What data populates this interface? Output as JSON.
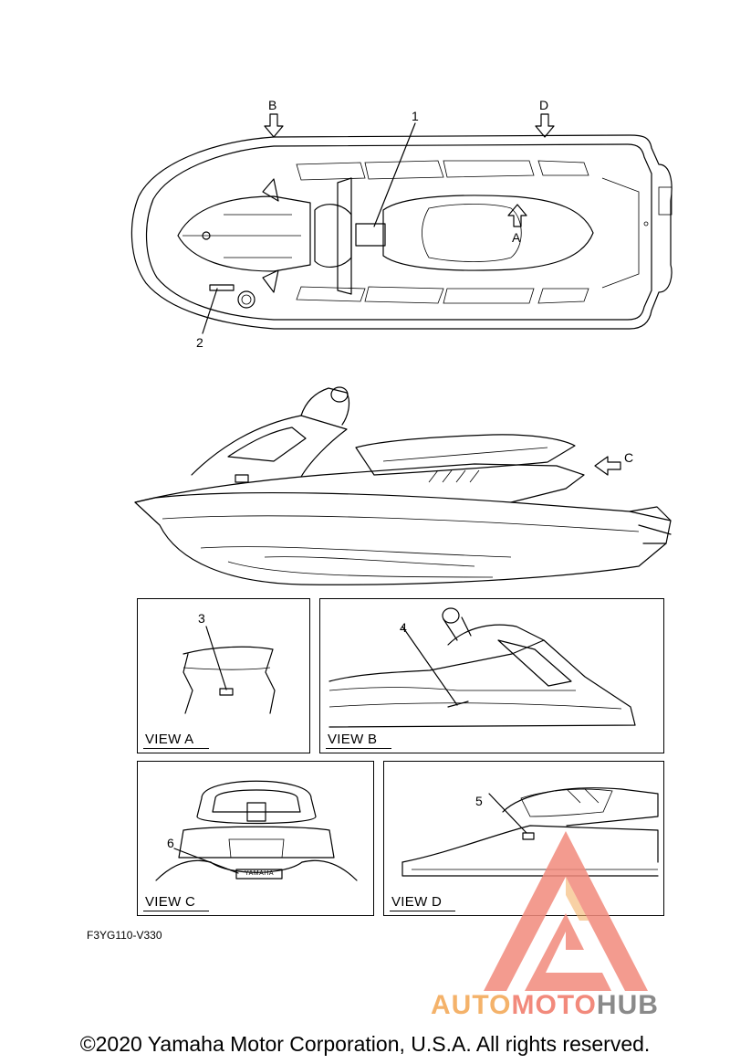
{
  "diagram": {
    "view_arrows": {
      "b": "B",
      "d": "D",
      "a": "A",
      "c": "C"
    },
    "callouts": [
      "1",
      "2",
      "3",
      "4",
      "5",
      "6"
    ],
    "views": {
      "a": "VIEW A",
      "b": "VIEW B",
      "c": "VIEW C",
      "d": "VIEW D"
    },
    "plate_text": "YAMAHA",
    "figure_code": "F3YG110-V330"
  },
  "footer": {
    "copyright": "©2020 Yamaha Motor Corporation, U.S.A. All rights reserved."
  },
  "watermark": {
    "part1": "AUTO",
    "part2": "MOTO",
    "part3": "HUB",
    "colors": {
      "red": "#f28a7c",
      "orange": "#f4b26a",
      "gray": "#8a8a8a"
    }
  }
}
